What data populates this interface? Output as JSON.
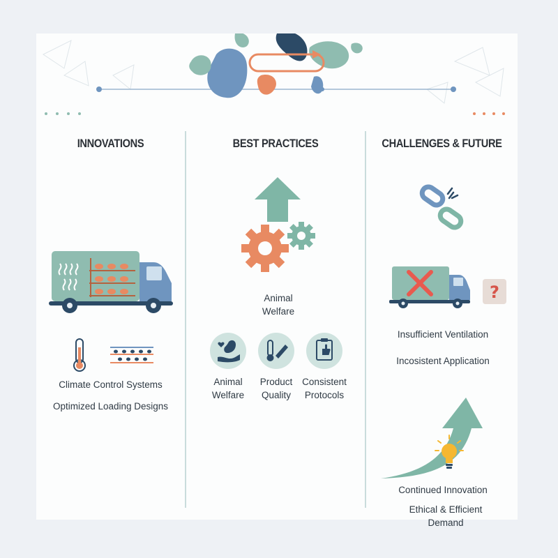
{
  "columns": [
    {
      "title": "INNOVATIONS",
      "items": [
        "Climate Control Systems",
        "Optimized Loading Designs"
      ]
    },
    {
      "title": "BEST PRACTICES",
      "center_label_lines": [
        "Animal",
        "Welfare"
      ],
      "badges": [
        {
          "lines": [
            "Animal",
            "Welfare"
          ],
          "icon": "hen-hand-heart-icon"
        },
        {
          "lines": [
            "Product",
            "Quality"
          ],
          "icon": "thermometer-knife-icon"
        },
        {
          "lines": [
            "Consistent",
            "Protocols"
          ],
          "icon": "clipboard-thumbs-up-icon"
        }
      ]
    },
    {
      "title": "CHALLENGES & FUTURE",
      "items": [
        "Insufficient Ventilation",
        "Incosistent Application"
      ],
      "future_lines": [
        "Continued Innovation",
        "Ethical & Efficient",
        "Demand"
      ]
    }
  ],
  "colors": {
    "teal": "#7fb6a6",
    "blue": "#6693be",
    "orange": "#e88a62",
    "navy": "#2c4a66",
    "red": "#e85a4f",
    "gold": "#f5b731"
  }
}
